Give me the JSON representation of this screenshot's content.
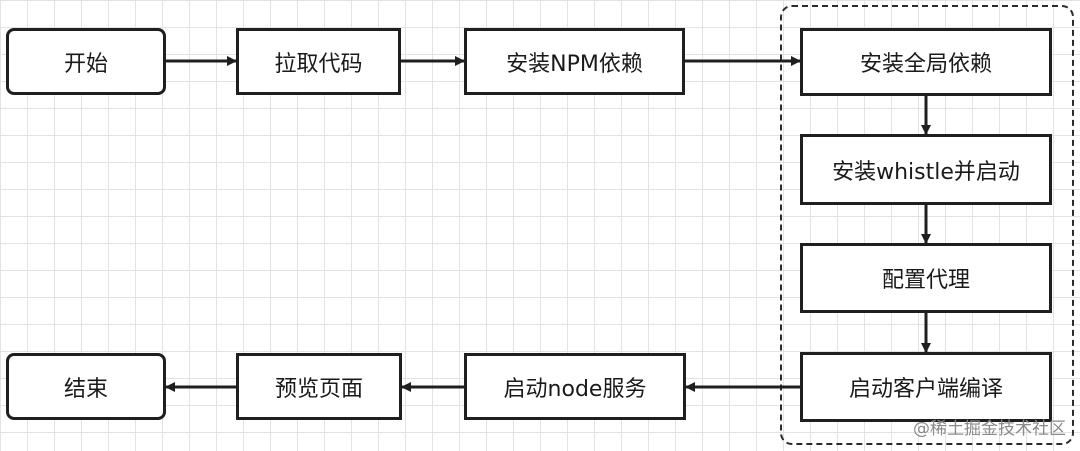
{
  "nodes": {
    "start": "开始",
    "pull_code": "拉取代码",
    "install_npm": "安装NPM依赖",
    "install_global": "安装全局依赖",
    "install_whistle": "安装whistle并启动",
    "config_proxy": "配置代理",
    "client_compile": "启动客户端编译",
    "node_service": "启动node服务",
    "preview": "预览页面",
    "end": "结束"
  },
  "watermark": "@稀土掘金技术社区",
  "colors": {
    "stroke": "#1f1f1f",
    "grid": "#e3e3e3",
    "background": "#ffffff"
  }
}
